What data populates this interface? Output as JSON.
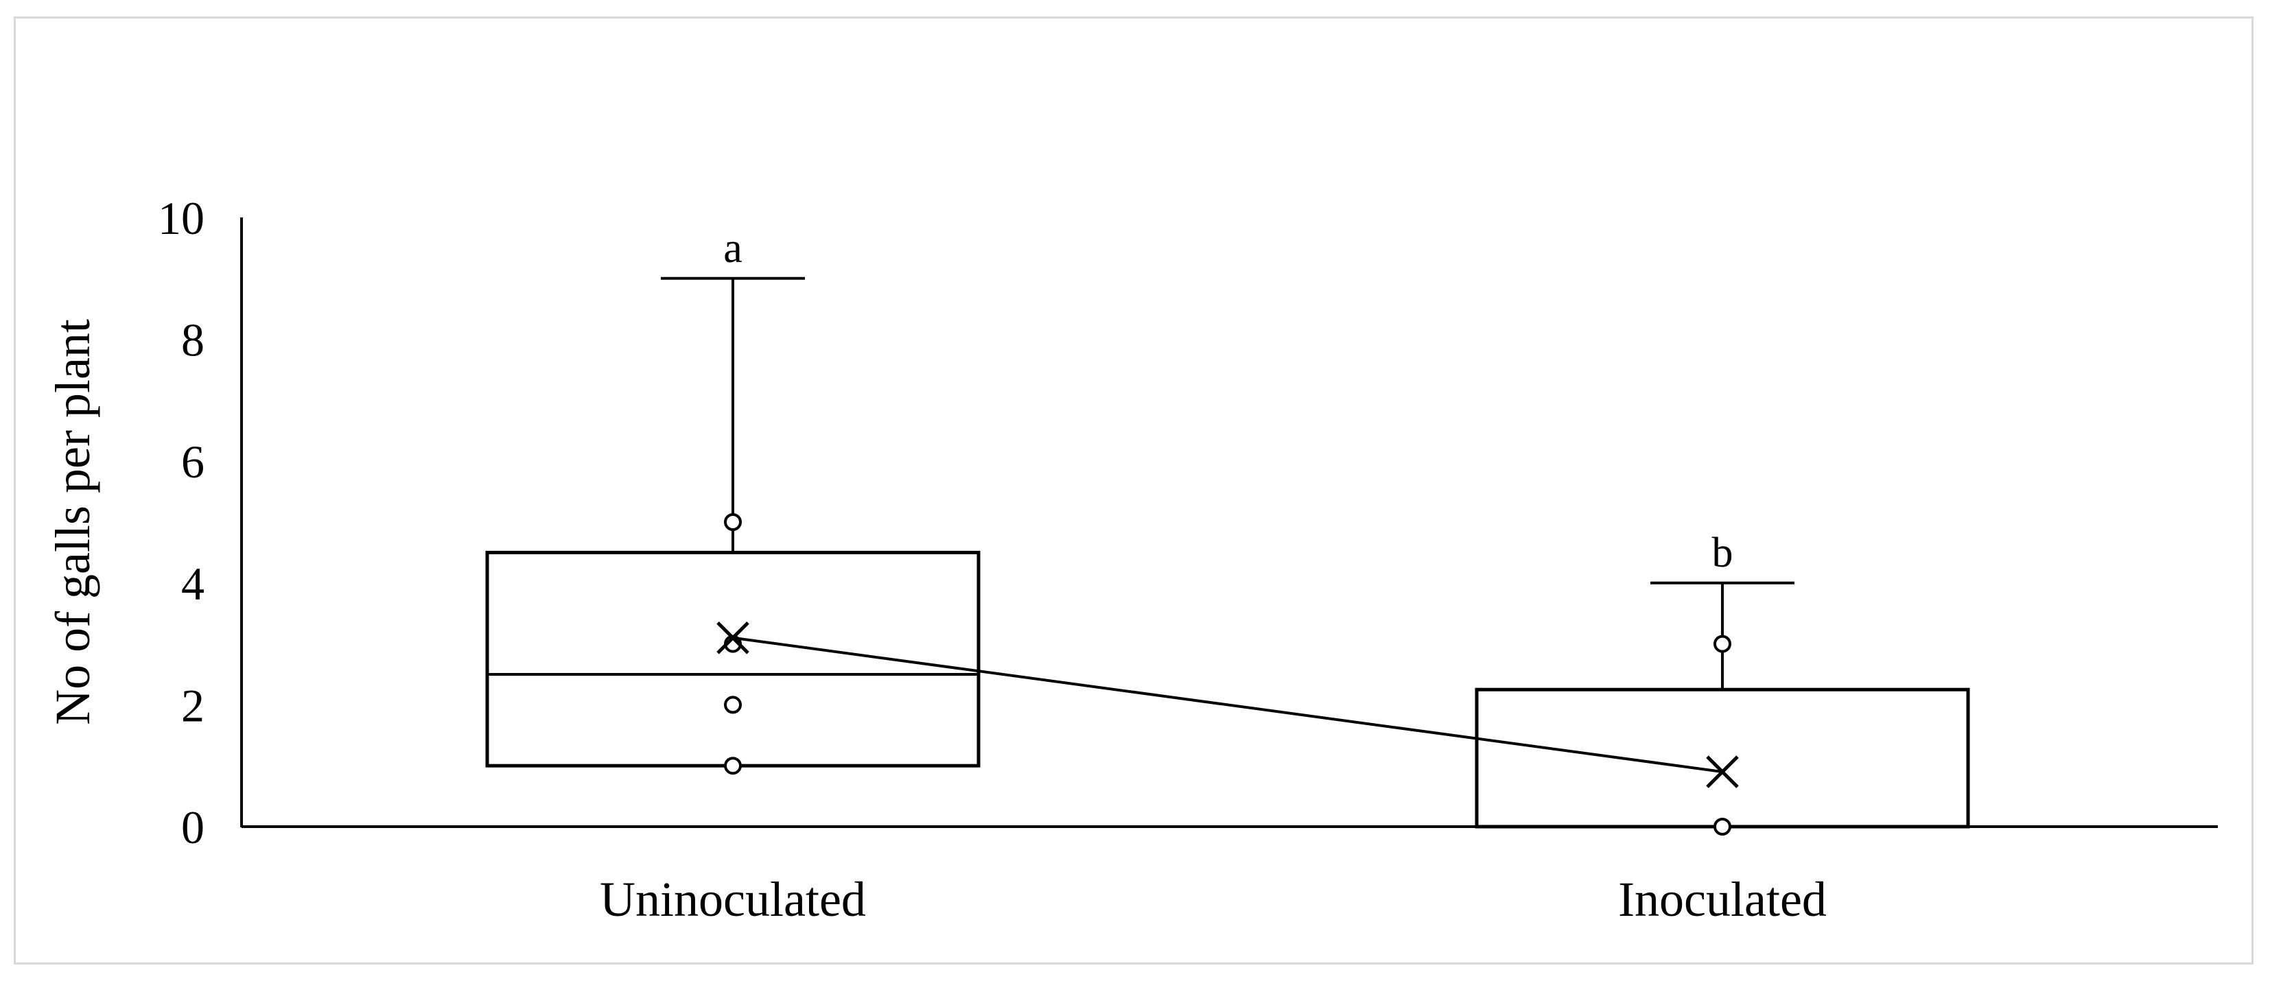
{
  "chart_data": {
    "type": "box",
    "title": "",
    "xlabel": "",
    "ylabel": "No  of galls per plant",
    "ylim": [
      0,
      10
    ],
    "yticks": [
      0,
      2,
      4,
      6,
      8,
      10
    ],
    "grid": false,
    "legend": "none",
    "categories": [
      "Uninoculated",
      "Inoculated"
    ],
    "boxes": [
      {
        "category": "Uninoculated",
        "letter": "a",
        "whisker_low": 1,
        "q1": 1,
        "median": 2.5,
        "q3": 4.5,
        "whisker_high": 9,
        "mean": 3.1,
        "points": [
          1,
          2,
          3,
          5
        ]
      },
      {
        "category": "Inoculated",
        "letter": "b",
        "whisker_low": 0,
        "q1": 0,
        "median": 0,
        "q3": 2.25,
        "whisker_high": 4,
        "mean": 0.9,
        "points": [
          0,
          3
        ]
      }
    ],
    "mean_line": true,
    "colors": {
      "stroke": "#000000",
      "fill": "#ffffff",
      "frame": "#d9d9d9"
    }
  }
}
